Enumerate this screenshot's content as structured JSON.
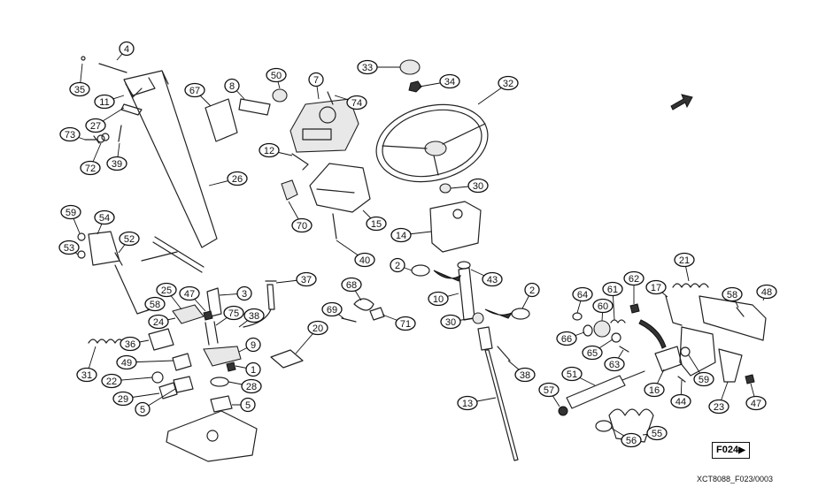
{
  "diagram": {
    "callouts": [
      {
        "id": "c4",
        "label": "4"
      },
      {
        "id": "c35",
        "label": "35"
      },
      {
        "id": "c11",
        "label": "11"
      },
      {
        "id": "c27",
        "label": "27"
      },
      {
        "id": "c73",
        "label": "73"
      },
      {
        "id": "c72",
        "label": "72"
      },
      {
        "id": "c39",
        "label": "39"
      },
      {
        "id": "c67",
        "label": "67"
      },
      {
        "id": "c8",
        "label": "8"
      },
      {
        "id": "c50",
        "label": "50"
      },
      {
        "id": "c7",
        "label": "7"
      },
      {
        "id": "c74",
        "label": "74"
      },
      {
        "id": "c33",
        "label": "33"
      },
      {
        "id": "c34",
        "label": "34"
      },
      {
        "id": "c32",
        "label": "32"
      },
      {
        "id": "c26",
        "label": "26"
      },
      {
        "id": "c12",
        "label": "12"
      },
      {
        "id": "c70",
        "label": "70"
      },
      {
        "id": "c15",
        "label": "15"
      },
      {
        "id": "c30a",
        "label": "30"
      },
      {
        "id": "c14",
        "label": "14"
      },
      {
        "id": "c40",
        "label": "40"
      },
      {
        "id": "c59a",
        "label": "59"
      },
      {
        "id": "c54",
        "label": "54"
      },
      {
        "id": "c52",
        "label": "52"
      },
      {
        "id": "c53",
        "label": "53"
      },
      {
        "id": "c2a",
        "label": "2"
      },
      {
        "id": "c43",
        "label": "43"
      },
      {
        "id": "c2b",
        "label": "2"
      },
      {
        "id": "c10",
        "label": "10"
      },
      {
        "id": "c37",
        "label": "37"
      },
      {
        "id": "c25",
        "label": "25"
      },
      {
        "id": "c47a",
        "label": "47"
      },
      {
        "id": "c3",
        "label": "3"
      },
      {
        "id": "c58a",
        "label": "58"
      },
      {
        "id": "c24",
        "label": "24"
      },
      {
        "id": "c75",
        "label": "75"
      },
      {
        "id": "c38a",
        "label": "38"
      },
      {
        "id": "c68",
        "label": "68"
      },
      {
        "id": "c69",
        "label": "69"
      },
      {
        "id": "c71",
        "label": "71"
      },
      {
        "id": "c30b",
        "label": "30"
      },
      {
        "id": "c36",
        "label": "36"
      },
      {
        "id": "c9",
        "label": "9"
      },
      {
        "id": "c31",
        "label": "31"
      },
      {
        "id": "c49",
        "label": "49"
      },
      {
        "id": "c1",
        "label": "1"
      },
      {
        "id": "c20",
        "label": "20"
      },
      {
        "id": "c22",
        "label": "22"
      },
      {
        "id": "c28",
        "label": "28"
      },
      {
        "id": "c29",
        "label": "29"
      },
      {
        "id": "c5a",
        "label": "5"
      },
      {
        "id": "c5b",
        "label": "5"
      },
      {
        "id": "c38b",
        "label": "38"
      },
      {
        "id": "c13",
        "label": "13"
      },
      {
        "id": "c64",
        "label": "64"
      },
      {
        "id": "c61",
        "label": "61"
      },
      {
        "id": "c62",
        "label": "62"
      },
      {
        "id": "c17",
        "label": "17"
      },
      {
        "id": "c21",
        "label": "21"
      },
      {
        "id": "c58b",
        "label": "58"
      },
      {
        "id": "c48",
        "label": "48"
      },
      {
        "id": "c60",
        "label": "60"
      },
      {
        "id": "c66",
        "label": "66"
      },
      {
        "id": "c65",
        "label": "65"
      },
      {
        "id": "c63",
        "label": "63"
      },
      {
        "id": "c59b",
        "label": "59"
      },
      {
        "id": "c57",
        "label": "57"
      },
      {
        "id": "c51",
        "label": "51"
      },
      {
        "id": "c16",
        "label": "16"
      },
      {
        "id": "c44",
        "label": "44"
      },
      {
        "id": "c23",
        "label": "23"
      },
      {
        "id": "c47b",
        "label": "47"
      },
      {
        "id": "c56",
        "label": "56"
      },
      {
        "id": "c55",
        "label": "55"
      }
    ],
    "page_reference": "F024",
    "page_reference_arrow": "▶",
    "drawing_id": "XCT8088_F023/0003"
  }
}
